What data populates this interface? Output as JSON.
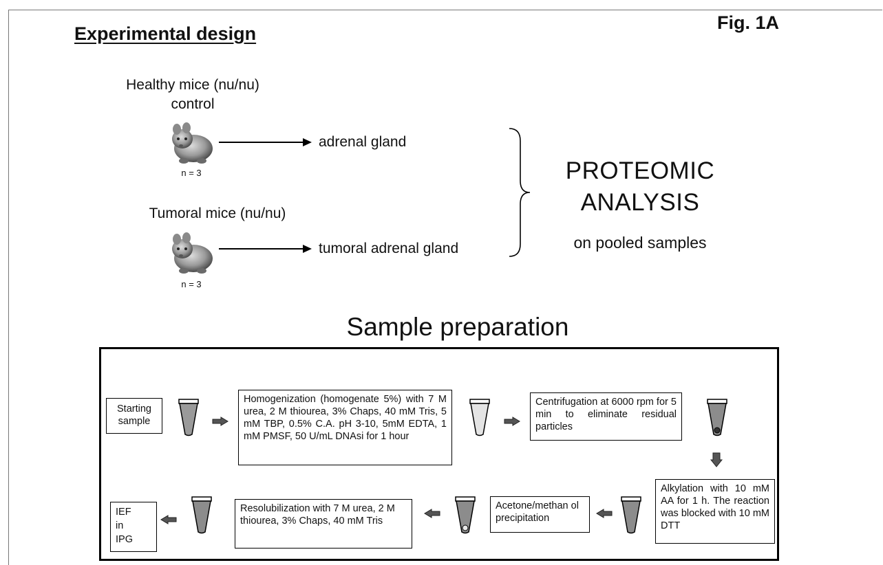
{
  "figure_label": "Fig. 1A",
  "section_title": "Experimental design",
  "groups": [
    {
      "label_line1": "Healthy mice (nu/nu)",
      "label_line2": "control",
      "n": "n = 3",
      "destination": "adrenal gland",
      "icon": "mouse-icon"
    },
    {
      "label_line1": "Tumoral mice (nu/nu)",
      "label_line2": "",
      "n": "n = 3",
      "destination": "tumoral adrenal gland",
      "icon": "mouse-icon"
    }
  ],
  "analysis": {
    "line1": "PROTEOMIC",
    "line2": "ANALYSIS",
    "line3": "on pooled samples"
  },
  "prep_title": "Sample preparation",
  "steps": {
    "starting": "Starting sample",
    "homogenization": "Homogenization (homogenate 5%) with 7 M urea, 2 M thiourea, 3% Chaps, 40 mM Tris, 5 mM TBP, 0.5% C.A. pH 3-10, 5mM EDTA, 1 mM PMSF, 50 U/mL DNAsi for 1 hour",
    "centrifugation": "Centrifugation at 6000 rpm for 5 min to eliminate residual particles",
    "alkylation": "Alkylation with 10 mM AA for 1 h. The reaction was blocked with 10 mM DTT",
    "precipitation": "Acetone/methan ol precipitation",
    "resolubilization": "Resolubilization with 7 M urea, 2 M thiourea, 3% Chaps, 40 mM Tris",
    "ief_line1": "IEF",
    "ief_line2": "in",
    "ief_line3": "IPG"
  },
  "colors": {
    "tube_fill": "#8c8c8c",
    "tube_fill_light": "#e4e4e4",
    "arrow_fill": "#555555"
  }
}
